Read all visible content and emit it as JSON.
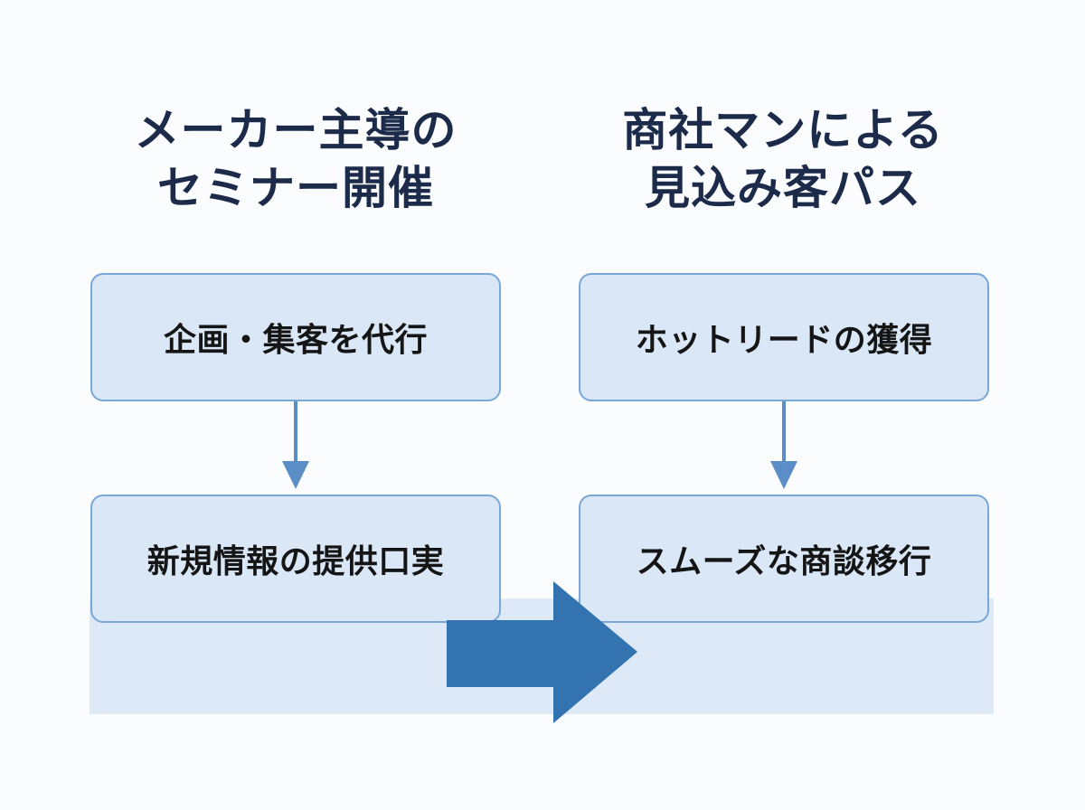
{
  "left_column": {
    "title_line1": "メーカー主導の",
    "title_line2": "セミナー開催",
    "steps": [
      "企画・集客を代行",
      "新規情報の提供口実"
    ]
  },
  "right_column": {
    "title_line1": "商社マンによる",
    "title_line2": "見込み客パス",
    "steps": [
      "ホットリードの獲得",
      "スムーズな商談移行"
    ]
  },
  "colors": {
    "title_text": "#1c2b4a",
    "box_fill": "#d9e7f6",
    "box_border": "#7aa8d6",
    "connector_arrow": "#5b8ec6",
    "transition_arrow": "#3374b0",
    "band_fill": "#dde9f6"
  }
}
